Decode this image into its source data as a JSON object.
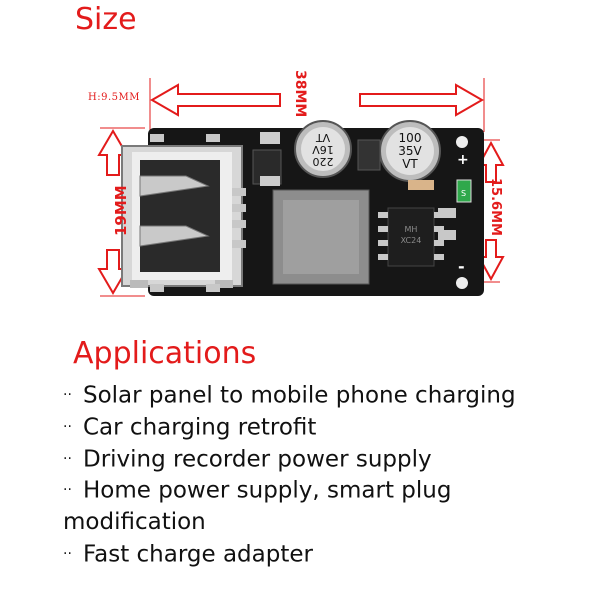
{
  "size_heading": "Size",
  "dimensions": {
    "height_label": "H:9.5MM",
    "length_label": "38MM",
    "width_label": "19MM",
    "pin_spacing_label": "15.6MM"
  },
  "board_markings": {
    "cap_left": [
      "220",
      "16V",
      "VT"
    ],
    "cap_right": [
      "100",
      "35V",
      "VT"
    ],
    "chip_line1": "MH",
    "chip_line2": "XC24",
    "plus_sign": "+",
    "minus_sign": "-",
    "led_mark": "S"
  },
  "applications_heading": "Applications",
  "bullet": "··",
  "applications": [
    "Solar panel to mobile phone charging",
    "Car charging retrofit",
    "Driving recorder power supply",
    "Home power supply, smart plug modification",
    "Fast charge adapter"
  ],
  "colors": {
    "accent": "#e31b1b",
    "board": "#161616"
  }
}
